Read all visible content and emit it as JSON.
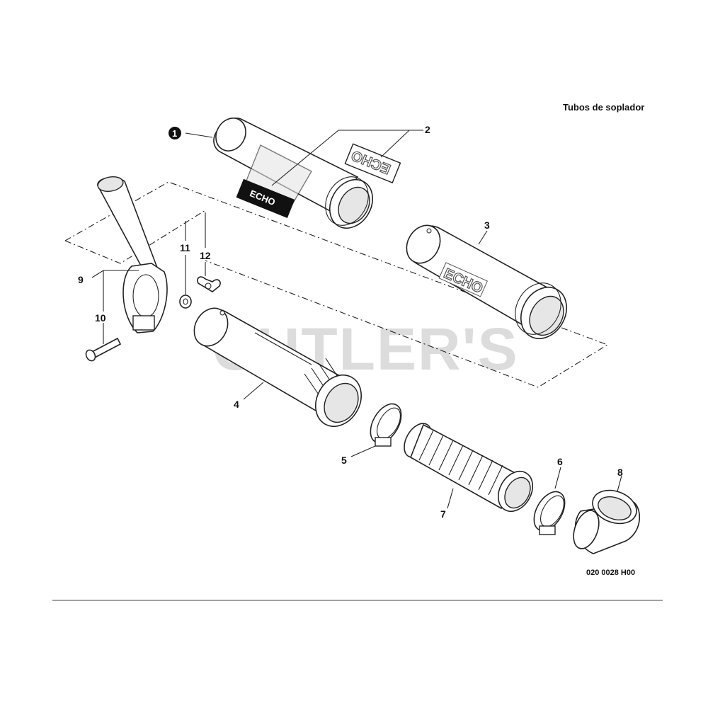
{
  "header": {
    "title": "Tubos de soplador"
  },
  "watermark": {
    "text": "CUTLER'S"
  },
  "decals": {
    "echo_text": "ECHO"
  },
  "drawing_code": "020 0028 H00",
  "callouts": [
    {
      "id": "1",
      "label": "1",
      "style": "filled-circle"
    },
    {
      "id": "2",
      "label": "2"
    },
    {
      "id": "3",
      "label": "3"
    },
    {
      "id": "4",
      "label": "4"
    },
    {
      "id": "5",
      "label": "5"
    },
    {
      "id": "6",
      "label": "6"
    },
    {
      "id": "7",
      "label": "7"
    },
    {
      "id": "8",
      "label": "8"
    },
    {
      "id": "9",
      "label": "9"
    },
    {
      "id": "10",
      "label": "10"
    },
    {
      "id": "11",
      "label": "11"
    },
    {
      "id": "12",
      "label": "12"
    }
  ]
}
